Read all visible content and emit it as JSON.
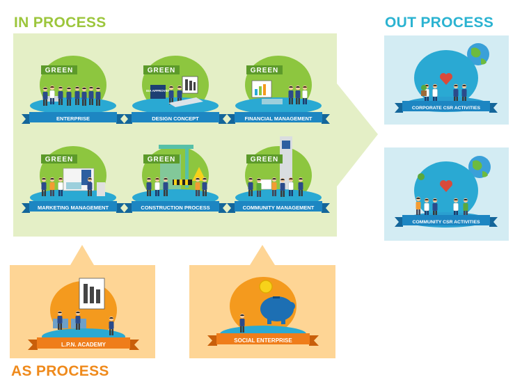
{
  "headings": {
    "in_process": "IN PROCESS",
    "out_process": "OUT PROCESS",
    "as_process": "AS PROCESS"
  },
  "green_tag": "GREEN",
  "in_process_cards": [
    {
      "label": "ENTERPRISE"
    },
    {
      "label": "DESIGN CONCEPT",
      "badge": "EIA APPROVED"
    },
    {
      "label": "FINANCIAL MANAGEMENT"
    },
    {
      "label": "MARKETING MANAGEMENT"
    },
    {
      "label": "CONSTRUCTION PROCESS"
    },
    {
      "label": "COMMUNITY MANAGEMENT"
    }
  ],
  "out_process_cards": [
    {
      "label": "CORPORATE CSR ACTIVITIES"
    },
    {
      "label": "COMMUNITY CSR ACTIVITIES"
    }
  ],
  "as_process_cards": [
    {
      "label": "L.P.N. ACADEMY"
    },
    {
      "label": "SOCIAL ENTERPRISE"
    }
  ],
  "colors": {
    "in_bg": "#e4efc6",
    "in_heading": "#9cc63c",
    "out_bg": "#d3ecf3",
    "out_heading": "#2bb3d1",
    "as_bg": "#fed595",
    "as_heading": "#ef8a1c",
    "blob_green": "#8dc63f",
    "blob_blue": "#2aa9d3",
    "blob_orange": "#f49a1e",
    "ribbon_blue": "#1d86c2",
    "ribbon_orange": "#ef7d1a"
  }
}
